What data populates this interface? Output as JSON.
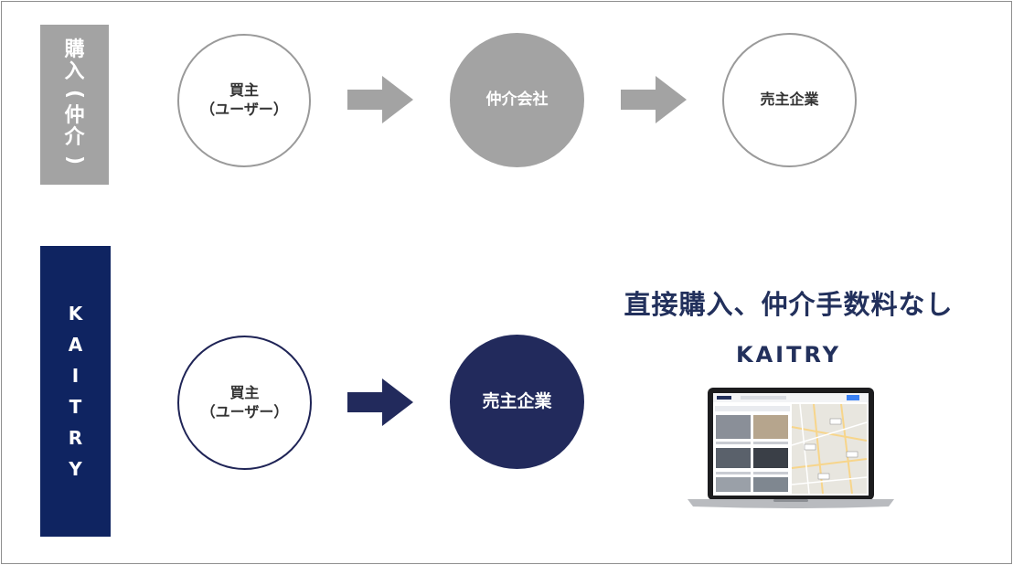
{
  "purchase_broker": {
    "label_chars": [
      "購",
      "入",
      "(",
      "仲",
      "介",
      ")"
    ],
    "buyer": {
      "line1": "買主",
      "line2": "（ユーザー）"
    },
    "broker": "仲介会社",
    "seller": "売主企業"
  },
  "kaitry": {
    "label_chars": [
      "K",
      "A",
      "I",
      "T",
      "R",
      "Y"
    ],
    "buyer": {
      "line1": "買主",
      "line2": "（ユーザー）"
    },
    "seller": "売主企業",
    "headline": "直接購入、仲介手数料なし",
    "brand": "KAITRY"
  },
  "colors": {
    "gray": "#a3a3a3",
    "navy": "#0f2461",
    "navy_circle": "#222a5c",
    "heading": "#22305c"
  },
  "icons": [
    "arrow-right-icon",
    "laptop-image"
  ]
}
